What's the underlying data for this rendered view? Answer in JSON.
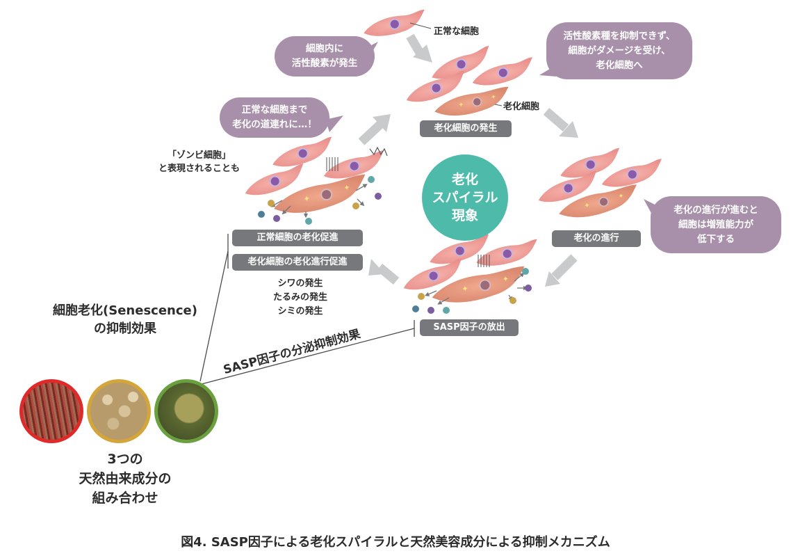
{
  "center": {
    "lines": [
      "老化",
      "スパイラル",
      "現象"
    ]
  },
  "labels": {
    "normal_cell": "正常な細胞",
    "aged_cell": "老化細胞",
    "zombie": [
      "「ゾンビ細胞」",
      "と表現されることも"
    ],
    "skin_effects": [
      "シワの発生",
      "たるみの発生",
      "シミの発生"
    ],
    "senescence_effect": [
      "細胞老化(Senescence)",
      "の抑制効果"
    ],
    "sasp_effect": "SASP因子の分泌抑制効果",
    "ingredients": [
      "3つの",
      "天然由来成分の",
      "組み合わせ"
    ]
  },
  "bubbles": {
    "ros": [
      "細胞内に",
      "活性酸素が発生"
    ],
    "damage": [
      "活性酸素種を抑制できず、",
      "細胞がダメージを受け、",
      "老化細胞へ"
    ],
    "companion": [
      "正常な細胞まで",
      "老化の道連れに…！"
    ],
    "progress": [
      "老化の進行が進むと",
      "細胞は増殖能力が",
      "低下する"
    ]
  },
  "tags": {
    "aged_occurrence": "老化細胞の発生",
    "aging_progress": "老化の進行",
    "sasp_release": "SASP因子の放出",
    "normal_promote": "正常細胞の老化促進",
    "aged_promote": "老化細胞の老化進行促進"
  },
  "caption": "図4. SASP因子による老化スパイラルと天然美容成分による抑制メカニズム",
  "colors": {
    "teal": "#4ebbaa",
    "bubble_purple": "#a890aa",
    "tag_gray": "#77787b",
    "arrow_gray": "#c8cacc",
    "ring_red": "#e02a2a",
    "ring_gold": "#d4a63a",
    "ring_green": "#6aa13e"
  }
}
